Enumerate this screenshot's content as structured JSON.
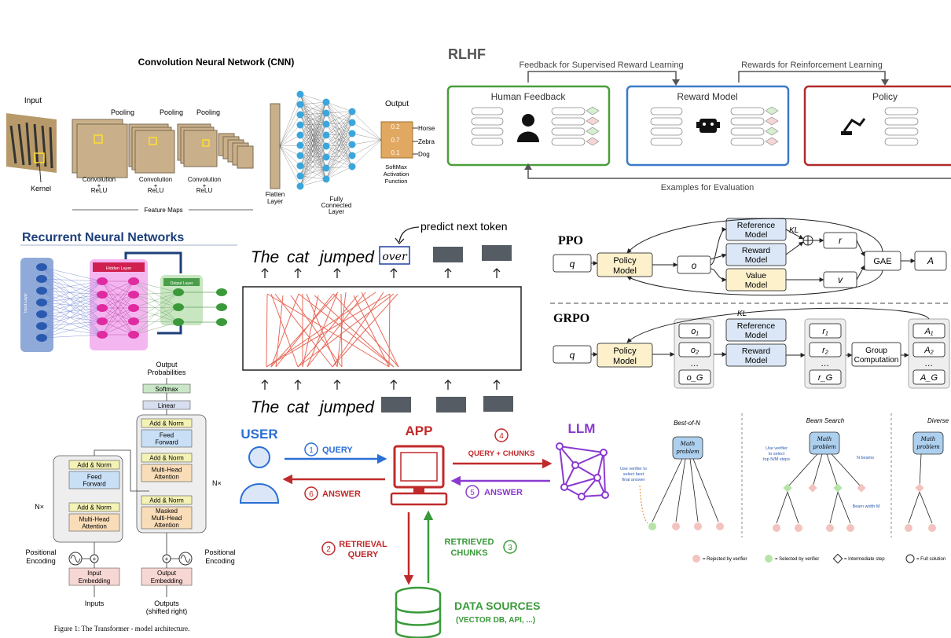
{
  "cnn": {
    "title": "Convolution Neural Network (CNN)",
    "input_label": "Input",
    "kernel_label": "Kernel",
    "pooling_labels": [
      "Pooling",
      "Pooling",
      "Pooling"
    ],
    "conv_labels": [
      "Convolution",
      "+",
      "ReLU"
    ],
    "flatten_label": [
      "Flatten",
      "Layer"
    ],
    "fully_connected_label": [
      "Fully",
      "Connected",
      "Layer"
    ],
    "feature_maps_label": "Feature Maps",
    "output_label": "Output",
    "output_values": [
      "0.2",
      "0.7",
      "0.1"
    ],
    "output_classes": [
      "Horse",
      "Zebra",
      "Dog"
    ],
    "softmax_label": [
      "SoftMax",
      "Activation",
      "Function"
    ]
  },
  "rlhf": {
    "title": "RLHF",
    "feedback_arrow": "Feedback for Supervised Reward Learning",
    "rewards_arrow": "Rewards for Reinforcement Learning",
    "boxes": [
      "Human Feedback",
      "Reward Model",
      "Policy"
    ],
    "box_colors": [
      "#4a9e3a",
      "#3a7ac8",
      "#b02a2a"
    ],
    "eval_label": "Examples for Evaluation"
  },
  "rnn": {
    "title": "Recurrent Neural Networks",
    "hidden_layer": "Hidden Layer",
    "output_layer": "Output Layer",
    "input_layer": "Input Layer"
  },
  "next_token": {
    "annotation": "predict next token",
    "top_words": [
      "The",
      "cat",
      "jumped",
      "over"
    ],
    "bottom_words": [
      "The",
      "cat",
      "jumped"
    ]
  },
  "ppo": {
    "title": "PPO",
    "q": "q",
    "policy": [
      "Policy",
      "Model"
    ],
    "o": "o",
    "reference": [
      "Reference",
      "Model"
    ],
    "reward": [
      "Reward",
      "Model"
    ],
    "value": [
      "Value",
      "Model"
    ],
    "kl": "KL",
    "r": "r",
    "v": "v",
    "gae": "GAE",
    "a": "A"
  },
  "grpo": {
    "title": "GRPO",
    "q": "q",
    "policy": [
      "Policy",
      "Model"
    ],
    "outputs": [
      "o₁",
      "o₂",
      "…",
      "o_G"
    ],
    "reference": [
      "Reference",
      "Model"
    ],
    "reward": [
      "Reward",
      "Model"
    ],
    "kl": "KL",
    "rewards": [
      "r₁",
      "r₂",
      "…",
      "r_G"
    ],
    "group": [
      "Group",
      "Computation"
    ],
    "advantages": [
      "A₁",
      "A₂",
      "…",
      "A_G"
    ]
  },
  "transformer": {
    "output_probs": [
      "Output",
      "Probabilities"
    ],
    "softmax": "Softmax",
    "linear": "Linear",
    "add_norm": "Add & Norm",
    "feed_forward": [
      "Feed",
      "Forward"
    ],
    "mha": [
      "Multi-Head",
      "Attention"
    ],
    "masked_mha": [
      "Masked",
      "Multi-Head",
      "Attention"
    ],
    "nx": "N×",
    "pos_enc": [
      "Positional",
      "Encoding"
    ],
    "input_emb": [
      "Input",
      "Embedding"
    ],
    "output_emb": [
      "Output",
      "Embedding"
    ],
    "inputs": "Inputs",
    "outputs": [
      "Outputs",
      "(shifted right)"
    ],
    "caption": "Figure 1: The Transformer - model architecture."
  },
  "rag": {
    "user": "USER",
    "app": "APP",
    "llm": "LLM",
    "steps": [
      {
        "num": "1",
        "label": "QUERY"
      },
      {
        "num": "2",
        "label": "RETRIEVAL"
      },
      {
        "num": "3",
        "label": "RETRIEVED"
      },
      {
        "num": "4",
        "label": "QUERY + CHUNKS"
      },
      {
        "num": "5",
        "label": "ANSWER"
      },
      {
        "num": "6",
        "label": "ANSWER"
      }
    ],
    "retrieval_second": "QUERY",
    "retrieved_second": "CHUNKS",
    "data_sources": "DATA SOURCES",
    "data_sources_sub": "(VECTOR DB, API, ...)"
  },
  "search": {
    "best_of_n": "Best-of-N",
    "beam": "Beam Search",
    "diverse": "Diverse",
    "math_problem": [
      "Math",
      "problem"
    ],
    "verifier_note": [
      "Use verifier to",
      "select best",
      "final answer"
    ],
    "beam_note": [
      "Use verifier",
      "to select",
      "top N/M steps"
    ],
    "n_beams": "N beams",
    "beam_width": "Beam width M",
    "legend": [
      "= Rejected by verifier",
      "= Selected by verifier",
      "= Intermediate step",
      "= Full solution"
    ]
  }
}
